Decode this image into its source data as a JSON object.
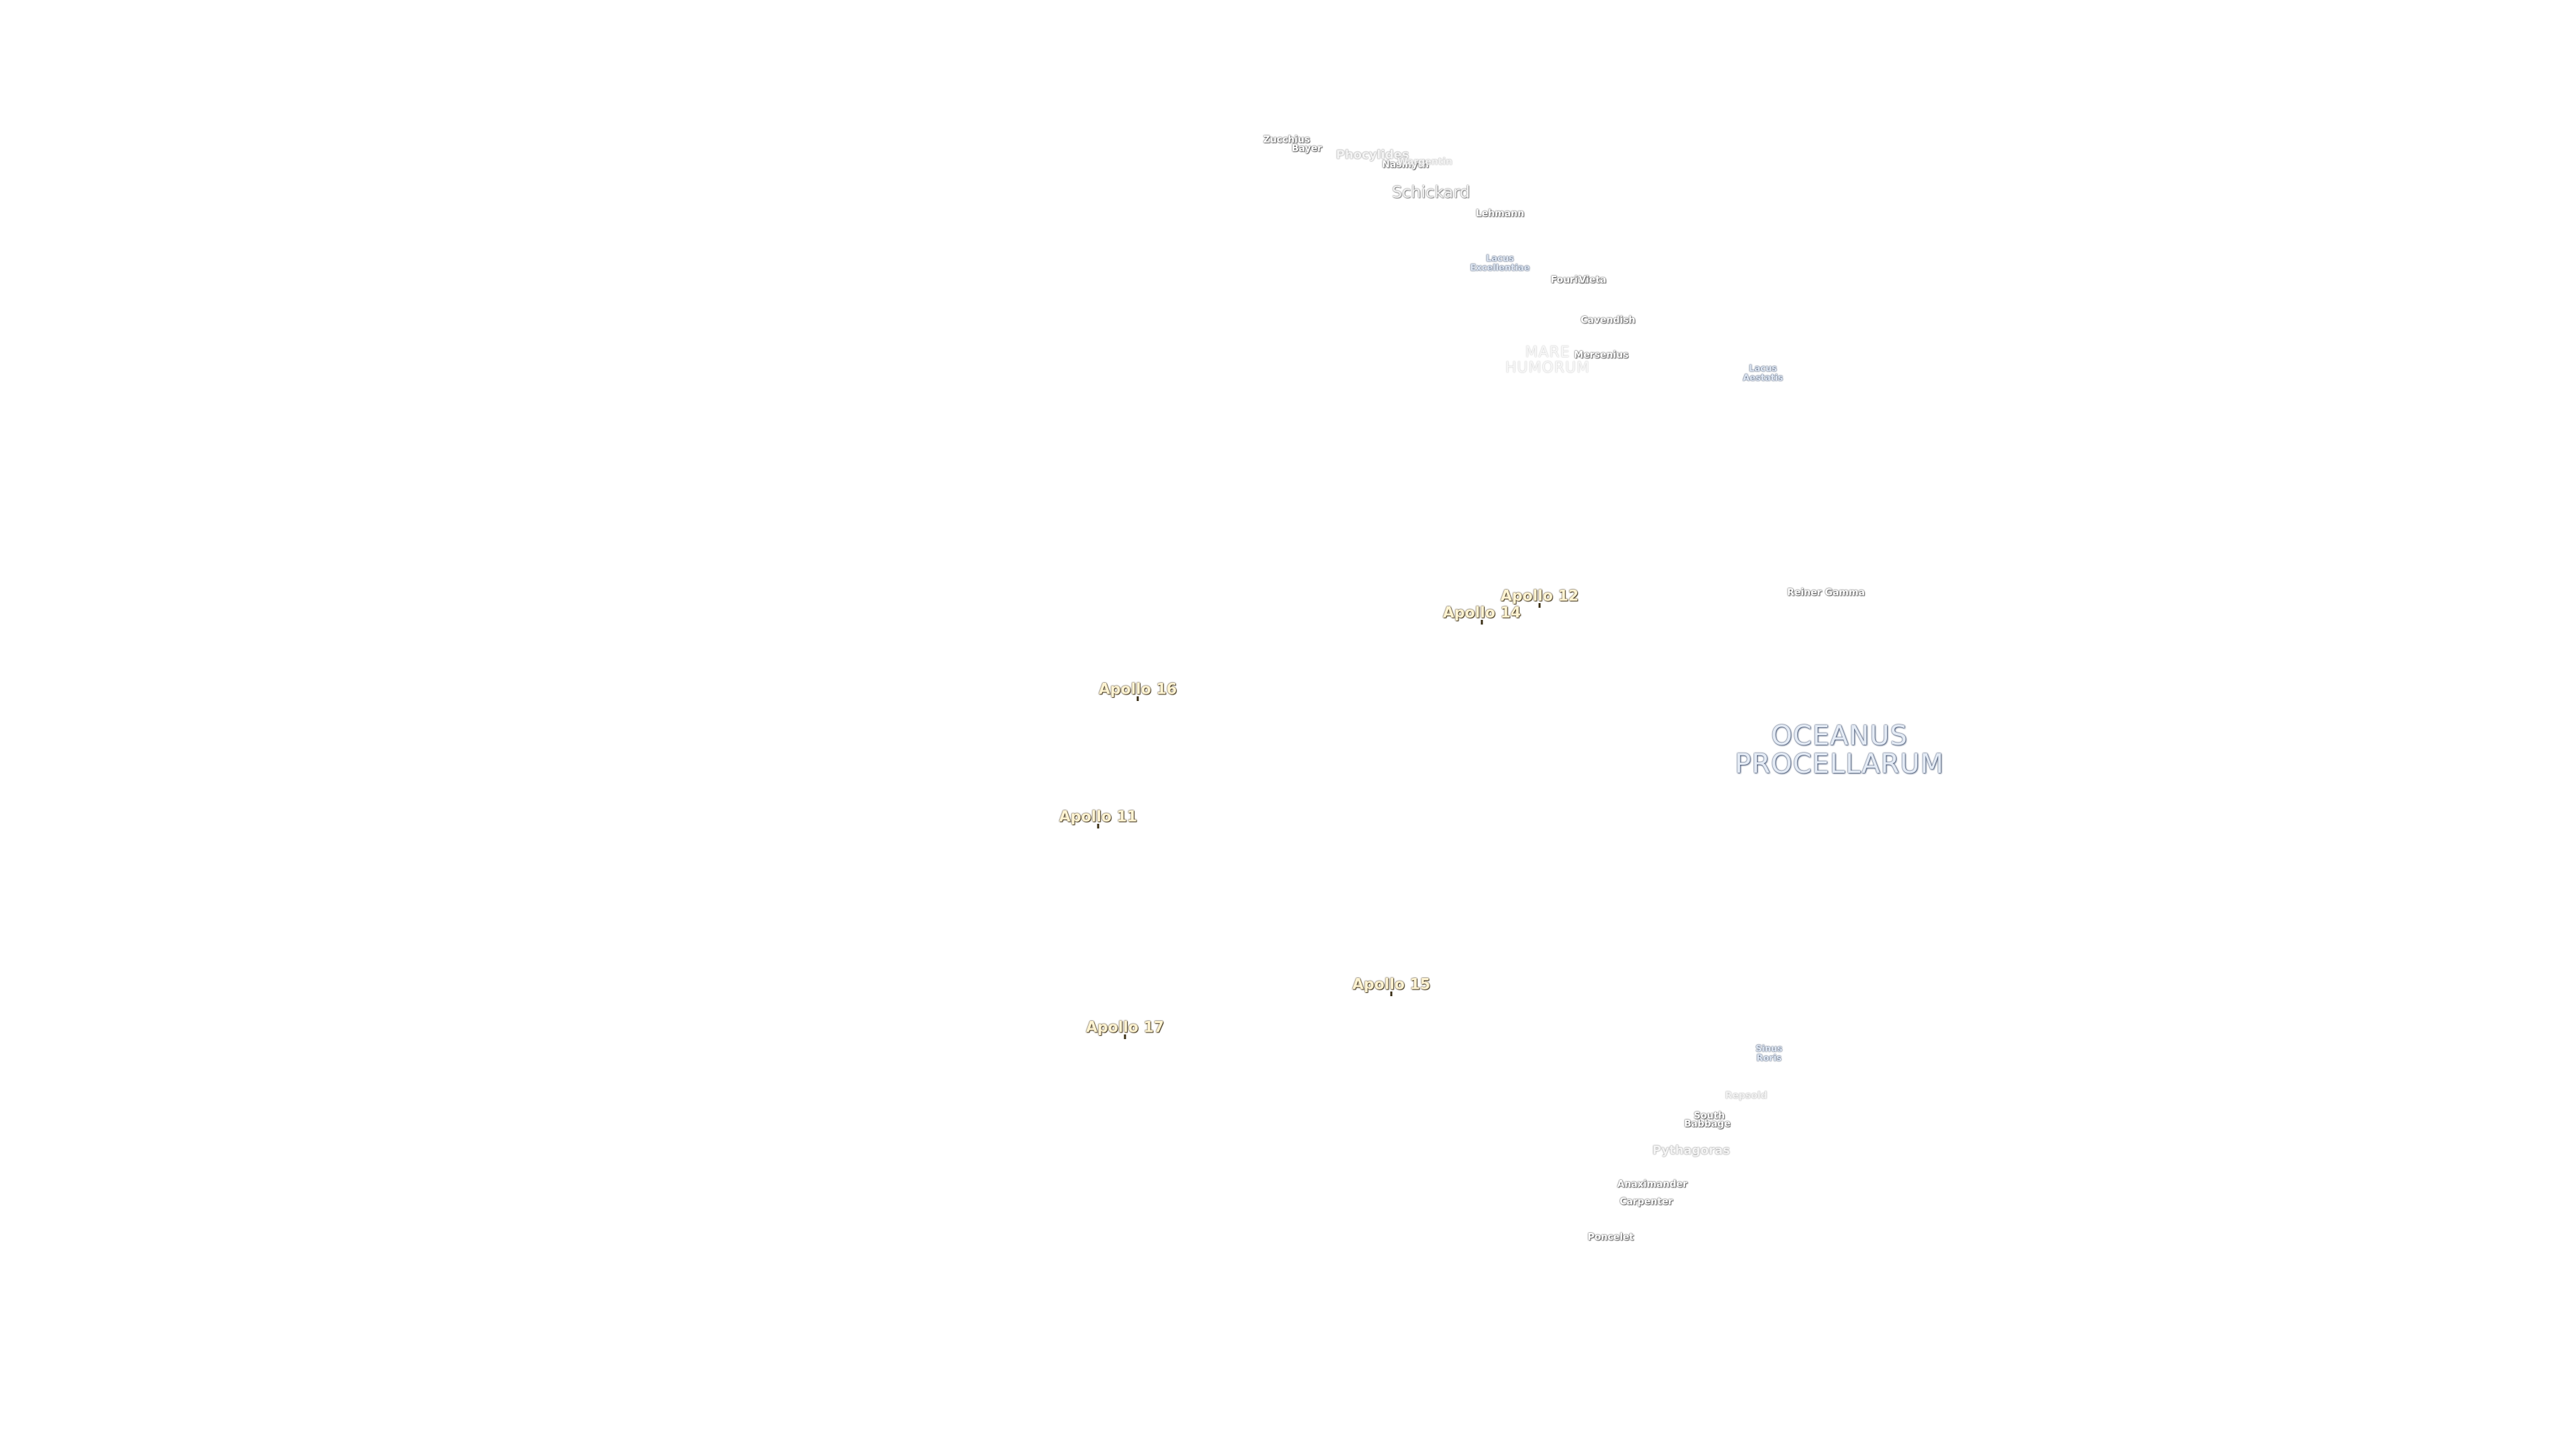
{
  "map": {
    "craters": [
      {
        "id": "zucchius",
        "label": "Zucchius"
      },
      {
        "id": "bayer",
        "label": "Bayer"
      },
      {
        "id": "phocylides",
        "label": "Phocylides"
      },
      {
        "id": "nasmyth",
        "label": "Nasmyth"
      },
      {
        "id": "wargentin",
        "label": "Wargentin"
      },
      {
        "id": "schickard",
        "label": "Schickard"
      },
      {
        "id": "lehmann",
        "label": "Lehmann"
      },
      {
        "id": "fourier",
        "label": "Fourier"
      },
      {
        "id": "vieta",
        "label": "Vieta"
      },
      {
        "id": "cavendish",
        "label": "Cavendish"
      },
      {
        "id": "mersenius",
        "label": "Mersenius"
      },
      {
        "id": "reiner-gamma",
        "label": "Reiner Gamma"
      },
      {
        "id": "repsold",
        "label": "Repsold"
      },
      {
        "id": "south",
        "label": "South"
      },
      {
        "id": "babbage",
        "label": "Babbage"
      },
      {
        "id": "pythagoras",
        "label": "Pythagoras"
      },
      {
        "id": "anaximander",
        "label": "Anaximander"
      },
      {
        "id": "carpenter",
        "label": "Carpenter"
      },
      {
        "id": "poncelet",
        "label": "Poncelet"
      }
    ],
    "lakes": [
      {
        "id": "lacus-excellentiae",
        "lines": [
          "Lacus",
          "Excellentiae"
        ]
      },
      {
        "id": "lacus-aestatis",
        "lines": [
          "Lacus",
          "Aestatis"
        ]
      },
      {
        "id": "sinus-roris",
        "lines": [
          "Sinus",
          "Roris"
        ]
      }
    ],
    "maria": [
      {
        "id": "mare-humorum",
        "lines": [
          "MARE",
          "HUMORUM"
        ]
      },
      {
        "id": "oceanus-procellarum",
        "lines": [
          "OCEANUS",
          "PROCELLARUM"
        ]
      }
    ],
    "apollo_sites": [
      {
        "id": "apollo-12",
        "label": "Apollo 12"
      },
      {
        "id": "apollo-14",
        "label": "Apollo 14"
      },
      {
        "id": "apollo-16",
        "label": "Apollo 16"
      },
      {
        "id": "apollo-11",
        "label": "Apollo 11"
      },
      {
        "id": "apollo-15",
        "label": "Apollo 15"
      },
      {
        "id": "apollo-17",
        "label": "Apollo 17"
      }
    ]
  }
}
